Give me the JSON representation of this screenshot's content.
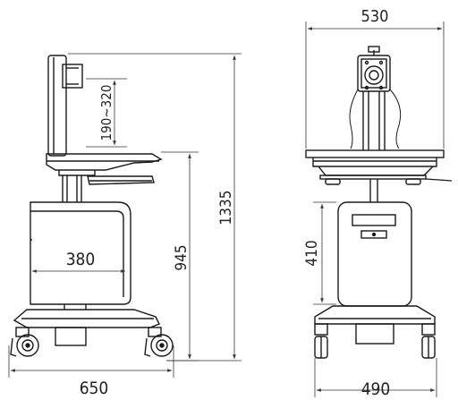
{
  "dimensions": {
    "overall_height": "1335",
    "lower_height": "945",
    "monitor_adjust": "190~320",
    "cabinet_width": "380",
    "base_width": "650",
    "top_width": "530",
    "cabinet_height": "410",
    "front_base_width": "490"
  },
  "colors": {
    "line": "#1a1a1a",
    "dim_line": "#333333",
    "background": "#ffffff"
  }
}
